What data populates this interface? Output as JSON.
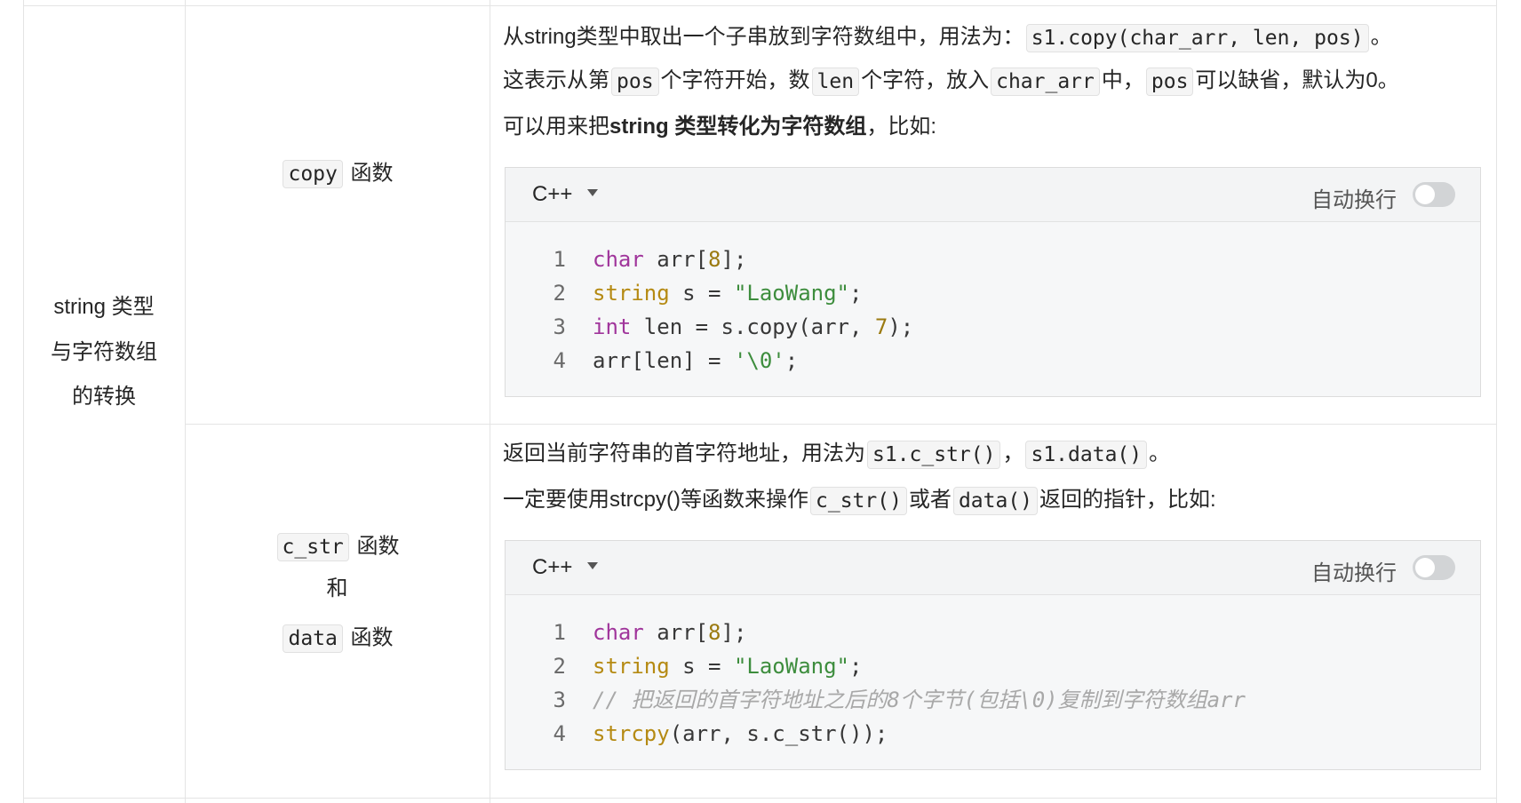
{
  "row_group_label": [
    "string 类型",
    "与字符数组",
    "的转换"
  ],
  "copy_row": {
    "name_code": "copy",
    "name_suffix": "函数",
    "line1": {
      "pre": "从string类型中取出一个子串放到字符数组中，用法为：",
      "code": "s1.copy(char_arr, len, pos)",
      "post": "。"
    },
    "line2": {
      "t1": "这表示从第",
      "c1": "pos",
      "t2": "个字符开始，数",
      "c2": "len",
      "t3": "个字符，放入",
      "c3": "char_arr",
      "t4": "中，",
      "c4": "pos",
      "t5": "可以缺省，默认为0。"
    },
    "line3": {
      "pre": "可以用来把",
      "bold": "string 类型转化为字符数组",
      "post": "，比如:"
    },
    "code_block": {
      "language": "C++",
      "wrap_label": "自动换行",
      "lines": [
        {
          "n": "1",
          "a": "char",
          "b": " arr[",
          "c": "8",
          "d": "];"
        },
        {
          "n": "2",
          "a": "string",
          "b": " s = ",
          "c": "\"LaoWang\"",
          "d": ";"
        },
        {
          "n": "3",
          "a": "int",
          "b": " len = s.copy(arr, ",
          "c": "7",
          "d": ");"
        },
        {
          "n": "4",
          "a": "",
          "b": "arr[len] = ",
          "c": "'\\0'",
          "d": ";"
        }
      ]
    }
  },
  "cstr_row": {
    "name1_code": "c_str",
    "name1_suffix": "函数",
    "name_and": "和",
    "name2_code": "data",
    "name2_suffix": "函数",
    "line1": {
      "pre": "返回当前字符串的首字符地址，用法为",
      "c1": "s1.c_str()",
      "mid": "，",
      "c2": "s1.data()",
      "post": "。"
    },
    "line2": {
      "pre": "一定要使用strcpy()等函数来操作",
      "c1": "c_str()",
      "mid": "或者",
      "c2": "data()",
      "post": "返回的指针，比如:"
    },
    "code_block": {
      "language": "C++",
      "wrap_label": "自动换行",
      "lines": [
        {
          "n": "1",
          "a": "char",
          "b": " arr[",
          "c": "8",
          "d": "];"
        },
        {
          "n": "2",
          "a": "string",
          "b": " s = ",
          "c": "\"LaoWang\"",
          "d": ";"
        },
        {
          "n": "3",
          "comment": "// 把返回的首字符地址之后的8个字节(包括\\0)复制到字符数组arr"
        },
        {
          "n": "4",
          "a": "strcpy",
          "b": "(arr, s.c_str());"
        }
      ]
    }
  }
}
